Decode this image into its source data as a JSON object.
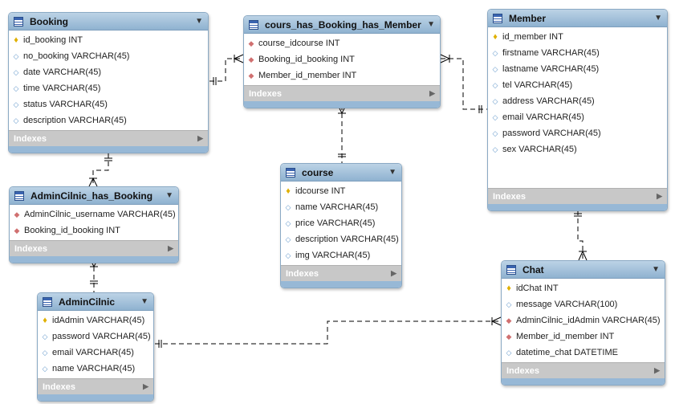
{
  "tables": [
    {
      "name": "Booking",
      "indexes_label": "Indexes",
      "columns": [
        {
          "text": "id_booking INT",
          "kind": "pk"
        },
        {
          "text": "no_booking VARCHAR(45)",
          "kind": "attr"
        },
        {
          "text": "date VARCHAR(45)",
          "kind": "attr"
        },
        {
          "text": "time VARCHAR(45)",
          "kind": "attr"
        },
        {
          "text": "status VARCHAR(45)",
          "kind": "attr"
        },
        {
          "text": "description VARCHAR(45)",
          "kind": "attr"
        }
      ]
    },
    {
      "name": "cours_has_Booking_has_Member",
      "indexes_label": "Indexes",
      "columns": [
        {
          "text": "course_idcourse INT",
          "kind": "fk"
        },
        {
          "text": "Booking_id_booking INT",
          "kind": "fk"
        },
        {
          "text": "Member_id_member INT",
          "kind": "fk"
        }
      ]
    },
    {
      "name": "Member",
      "indexes_label": "Indexes",
      "columns": [
        {
          "text": "id_member INT",
          "kind": "pk"
        },
        {
          "text": "firstname VARCHAR(45)",
          "kind": "attr"
        },
        {
          "text": "lastname VARCHAR(45)",
          "kind": "attr"
        },
        {
          "text": "tel VARCHAR(45)",
          "kind": "attr"
        },
        {
          "text": "address VARCHAR(45)",
          "kind": "attr"
        },
        {
          "text": "email VARCHAR(45)",
          "kind": "attr"
        },
        {
          "text": "password VARCHAR(45)",
          "kind": "attr"
        },
        {
          "text": "sex VARCHAR(45)",
          "kind": "attr"
        }
      ]
    },
    {
      "name": "course",
      "indexes_label": "Indexes",
      "columns": [
        {
          "text": "idcourse INT",
          "kind": "pk"
        },
        {
          "text": "name VARCHAR(45)",
          "kind": "attr"
        },
        {
          "text": "price VARCHAR(45)",
          "kind": "attr"
        },
        {
          "text": "description VARCHAR(45)",
          "kind": "attr"
        },
        {
          "text": "img VARCHAR(45)",
          "kind": "attr"
        }
      ]
    },
    {
      "name": "AdminCilnic_has_Booking",
      "indexes_label": "Indexes",
      "columns": [
        {
          "text": "AdminCilnic_username VARCHAR(45)",
          "kind": "fk"
        },
        {
          "text": "Booking_id_booking INT",
          "kind": "fk"
        }
      ]
    },
    {
      "name": "AdminCilnic",
      "indexes_label": "Indexes",
      "columns": [
        {
          "text": "idAdmin VARCHAR(45)",
          "kind": "pk"
        },
        {
          "text": "password VARCHAR(45)",
          "kind": "attr"
        },
        {
          "text": "email VARCHAR(45)",
          "kind": "attr"
        },
        {
          "text": "name VARCHAR(45)",
          "kind": "attr"
        }
      ]
    },
    {
      "name": "Chat",
      "indexes_label": "Indexes",
      "columns": [
        {
          "text": "idChat INT",
          "kind": "pk"
        },
        {
          "text": "message VARCHAR(100)",
          "kind": "attr"
        },
        {
          "text": "AdminCilnic_idAdmin VARCHAR(45)",
          "kind": "fk"
        },
        {
          "text": "Member_id_member INT",
          "kind": "fk"
        },
        {
          "text": "datetime_chat DATETIME",
          "kind": "attr"
        }
      ]
    }
  ]
}
